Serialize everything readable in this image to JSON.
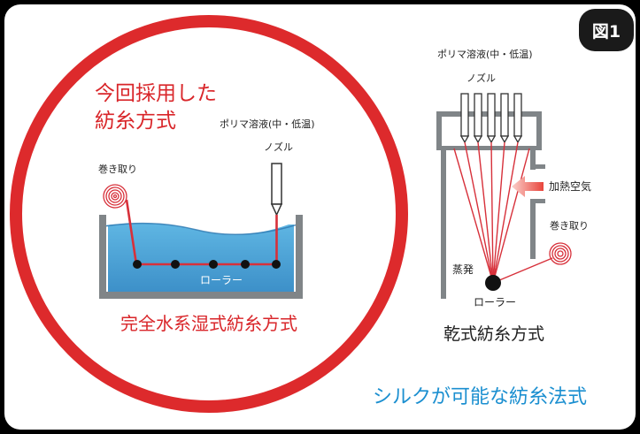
{
  "badge": {
    "label": "図1"
  },
  "adopted": {
    "heading_line1": "今回採用した",
    "heading_line2": "紡糸方式",
    "polymer_label": "ポリマ溶液(中・低温)",
    "nozzle_label": "ノズル",
    "takeup_label": "巻き取り",
    "roller_label": "ローラー",
    "method_name": "完全水系湿式紡糸方式"
  },
  "dry": {
    "polymer_label": "ポリマ溶液(中・低温)",
    "nozzle_label": "ノズル",
    "air_label": "加熱空気",
    "takeup_label": "巻き取り",
    "evaporation_label": "蒸発",
    "roller_label": "ローラー",
    "method_name": "乾式紡糸方式"
  },
  "footer": {
    "caption": "シルクが可能な紡糸法式"
  },
  "colors": {
    "circle_red": "#dd2a2c",
    "heading_red": "#d9262a",
    "thread_red": "#d7303a",
    "water_blue": "#4aa3d6",
    "tank_gray": "#808588",
    "caption_blue": "#1b8fd0",
    "panel_white": "#ffffff"
  }
}
